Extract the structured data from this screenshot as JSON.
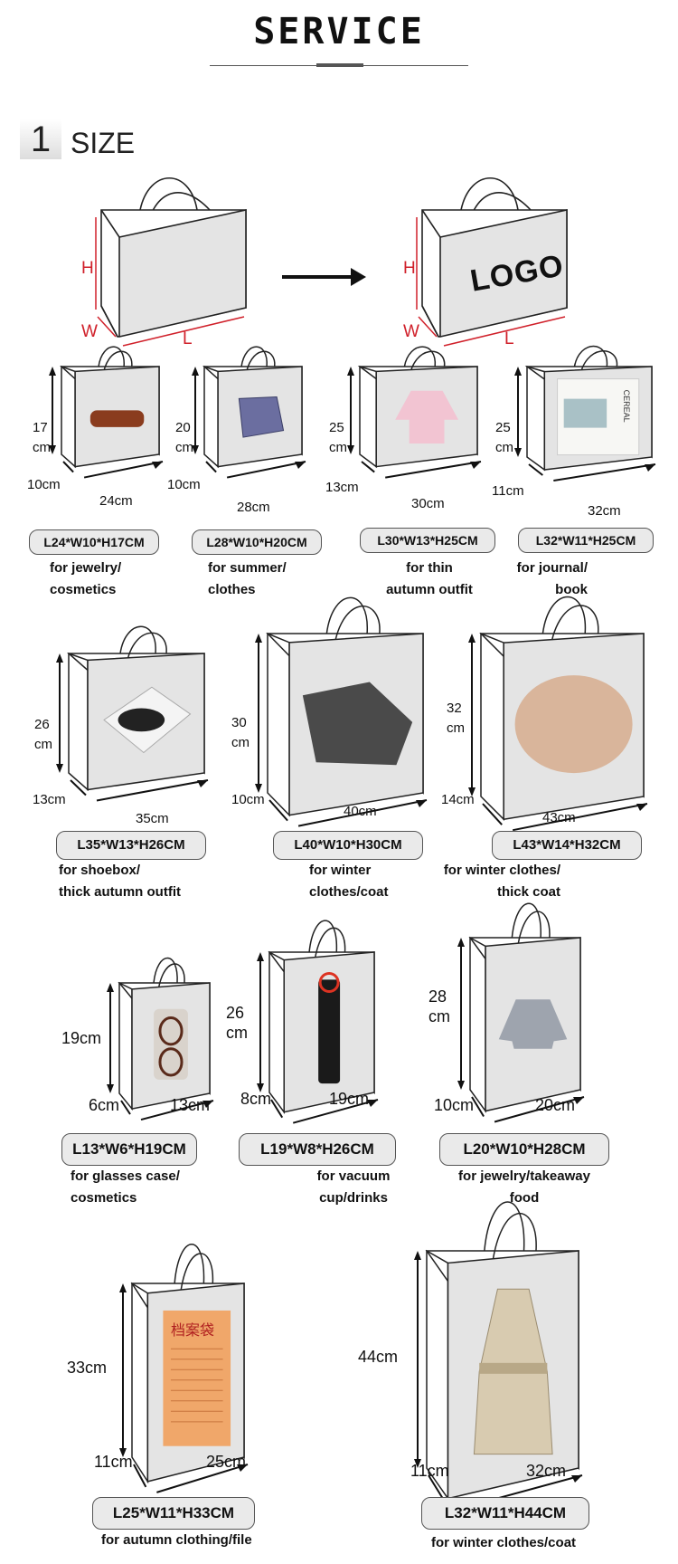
{
  "header": {
    "title": "SERVICE"
  },
  "section": {
    "number": "1",
    "label": "SIZE"
  },
  "diagram": {
    "label_h": "H",
    "label_w": "W",
    "label_l": "L",
    "logo_text": "LOGO"
  },
  "bags": [
    {
      "spec": "L24*W10*H17CM",
      "desc": "for jewelry/\ncosmetics",
      "h": "17\ncm",
      "w": "10cm",
      "l": "24cm",
      "content": "pencil-case"
    },
    {
      "spec": "L28*W10*H20CM",
      "desc": "for summer/\nclothes",
      "h": "20\ncm",
      "w": "10cm",
      "l": "28cm",
      "content": "plaid-shirt"
    },
    {
      "spec": "L30*W13*H25CM",
      "desc": "for thin\nautumn outfit",
      "h": "25\ncm",
      "w": "13cm",
      "l": "30cm",
      "content": "pink-sweater"
    },
    {
      "spec": "L32*W11*H25CM",
      "desc": "for journal/\nbook",
      "h": "25\ncm",
      "w": "11cm",
      "l": "32cm",
      "content": "magazine",
      "magazine_text": "CEREAL"
    },
    {
      "spec": "L35*W13*H26CM",
      "desc": "for shoebox/\nthick autumn outfit",
      "h": "26\ncm",
      "w": "13cm",
      "l": "35cm",
      "content": "shoebox"
    },
    {
      "spec": "L40*W10*H30CM",
      "desc": "for winter\nclothes/coat",
      "h": "30\ncm",
      "w": "10cm",
      "l": "40cm",
      "content": "grey-coat"
    },
    {
      "spec": "L43*W14*H32CM",
      "desc": "for winter clothes/\nthick coat",
      "h": "32\ncm",
      "w": "14cm",
      "l": "43cm",
      "content": "fur-coat"
    },
    {
      "spec": "L13*W6*H19CM",
      "desc": "for glasses case/\ncosmetics",
      "h": "19cm",
      "w": "6cm",
      "l": "13cm",
      "content": "glasses"
    },
    {
      "spec": "L19*W8*H26CM",
      "desc": "for vacuum\ncup/drinks",
      "h": "26\ncm",
      "w": "8cm",
      "l": "19cm",
      "content": "bottle"
    },
    {
      "spec": "L20*W10*H28CM",
      "desc": "for jewelry/takeaway\nfood",
      "h": "28\ncm",
      "w": "10cm",
      "l": "20cm",
      "content": "sweatshirt"
    },
    {
      "spec": "L25*W11*H33CM",
      "desc": "for autumn clothing/file",
      "h": "33cm",
      "w": "11cm",
      "l": "25cm",
      "content": "file-envelope",
      "envelope_text": "档案袋"
    },
    {
      "spec": "L32*W11*H44CM",
      "desc": "for winter clothes/coat",
      "h": "44cm",
      "w": "11cm",
      "l": "32cm",
      "content": "trench-coat"
    }
  ],
  "colors": {
    "panel": "#e4e4e4",
    "dimension_red": "#d0202a",
    "pill_bg": "#eaeaea"
  }
}
